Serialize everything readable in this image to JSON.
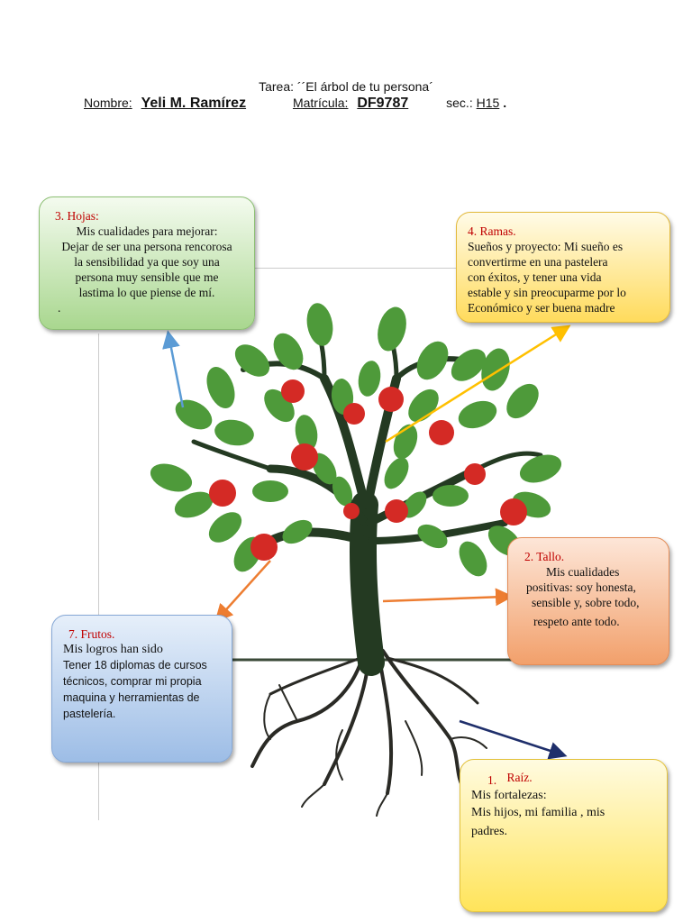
{
  "header": {
    "title": "Tarea: ´´El árbol de tu persona´",
    "name_label": "Nombre:",
    "name_value": "Yeli M. Ramírez",
    "matricula_label": "Matrícula:",
    "matricula_value": "DF9787",
    "sec_label": "sec.:",
    "sec_value": "H15",
    "sec_dot": "."
  },
  "boxes": {
    "hojas": {
      "heading": "3. Hojas:",
      "lines": [
        "Mis cualidades para mejorar:",
        "Dejar de ser una persona rencorosa",
        "la sensibilidad ya que soy una",
        "persona muy sensible que me",
        "lastima lo que piense de mí.",
        "."
      ]
    },
    "ramas": {
      "heading": "4. Ramas.",
      "lines": [
        "Sueños y proyecto: Mi sueño es",
        "convertirme en una pastelera",
        "con éxitos, y tener una vida",
        "estable y sin preocuparme por lo",
        "Económico y ser buena madre"
      ]
    },
    "tallo": {
      "heading": "2. Tallo.",
      "lines": [
        "Mis cualidades",
        "positivas: soy honesta,",
        "sensible y,  sobre todo,",
        "respeto ante todo."
      ]
    },
    "frutos": {
      "heading": "7. Frutos.",
      "intro": "Mis logros han sido",
      "lines": [
        "Tener 18 diplomas de cursos",
        "técnicos, comprar mi propia",
        "maquina y herramientas de",
        "pastelería."
      ]
    },
    "raiz": {
      "number": "1.",
      "heading": "Raíz.",
      "lines": [
        "Mis fortalezas:",
        "Mis hijos, mi familia , mis",
        "padres."
      ]
    }
  },
  "colors": {
    "heading_red": "#c00000",
    "leaf_green": "#4e9a3a",
    "apple_red": "#d42a25",
    "trunk": "#243a22",
    "arrow_blue": "#5b9bd5",
    "arrow_yellow": "#ffc000",
    "arrow_orange": "#ed7d31",
    "arrow_navy": "#1f2f6b"
  }
}
